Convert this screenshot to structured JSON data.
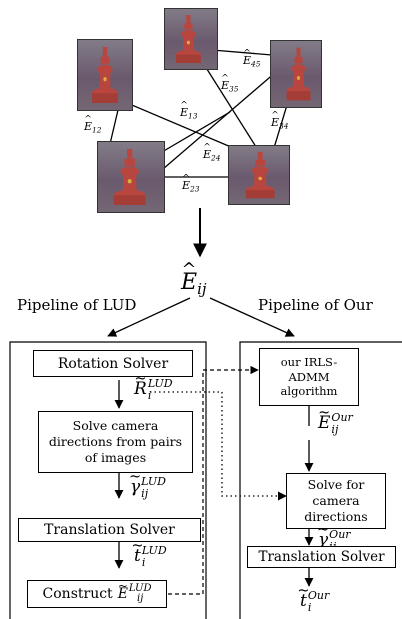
{
  "graph": {
    "edges": [
      {
        "from": "img1",
        "to": "img2",
        "label": "Ê12"
      },
      {
        "from": "img1",
        "to": "img3",
        "label": "Ê13"
      },
      {
        "from": "img2",
        "to": "img3",
        "label": "Ê23"
      },
      {
        "from": "img2",
        "to": "img4",
        "label": "Ê24"
      },
      {
        "from": "img3",
        "to": "img5",
        "label": "Ê35"
      },
      {
        "from": "img3",
        "to": "img4",
        "label": "Ê34"
      },
      {
        "from": "img4",
        "to": "img5",
        "label": "Ê45"
      }
    ],
    "edge_labels": {
      "e12": {
        "base": "E",
        "sub": "12"
      },
      "e13": {
        "base": "E",
        "sub": "13"
      },
      "e23": {
        "base": "E",
        "sub": "23"
      },
      "e24": {
        "base": "E",
        "sub": "24"
      },
      "e34": {
        "base": "E",
        "sub": "34"
      },
      "e35": {
        "base": "E",
        "sub": "35"
      },
      "e45": {
        "base": "E",
        "sub": "45"
      }
    }
  },
  "center": {
    "base": "E",
    "sub": "ij"
  },
  "pipelines": {
    "left_title": "Pipeline of LUD",
    "right_title": "Pipeline of Our",
    "left": {
      "rotation_solver": "Rotation Solver",
      "r_lud": {
        "base": "R",
        "sub": "i",
        "sup": "LUD"
      },
      "solve_directions": "Solve camera directions from pairs of images",
      "gamma_lud": {
        "base": "γ",
        "sub": "ij",
        "sup": "LUD"
      },
      "translation_solver": "Translation Solver",
      "t_lud": {
        "base": "t",
        "sub": "i",
        "sup": "LUD"
      },
      "construct_label": "Construct",
      "construct_e": {
        "base": "E",
        "sub": "ij",
        "sup": "LUD"
      }
    },
    "right": {
      "irls": "our IRLS-ADMM algorithm",
      "e_our": {
        "base": "E",
        "sub": "ij",
        "sup": "Our"
      },
      "solve_for": "Solve for camera directions",
      "gamma_our": {
        "base": "γ",
        "sub": "ij",
        "sup": "Our"
      },
      "translation_solver": "Translation Solver",
      "t_our": {
        "base": "t",
        "sub": "i",
        "sup": "Our"
      }
    }
  },
  "colors": {
    "photo_sky": "#8f8f96",
    "photo_wall": "#6b5a6e",
    "fountain": "#b8463f",
    "ground": "#7a6f78"
  }
}
